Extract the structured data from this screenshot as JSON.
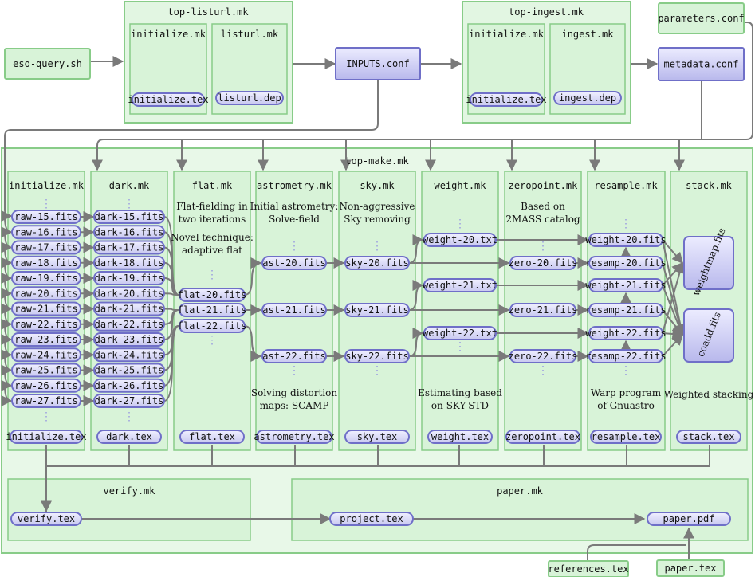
{
  "top_listurl": {
    "title": "top-listurl.mk",
    "initialize": "initialize.mk",
    "listurl": "listurl.mk",
    "initialize_tex": "initialize.tex",
    "listurl_dep": "listurl.dep"
  },
  "top_ingest": {
    "title": "top-ingest.mk",
    "initialize": "initialize.mk",
    "ingest": "ingest.mk",
    "initialize_tex": "initialize.tex",
    "ingest_dep": "ingest.dep"
  },
  "files": {
    "eso_query": "eso-query.sh",
    "inputs_conf": "INPUTS.conf",
    "parameters_conf": "parameters.conf",
    "metadata_conf": "metadata.conf",
    "references_tex": "references.tex",
    "paper_tex": "paper.tex"
  },
  "top_make": {
    "title": "top-make.mk"
  },
  "dots": "⋮",
  "columns": {
    "initialize": {
      "title": "initialize.mk",
      "tex": "initialize.tex",
      "files": [
        "raw-15.fits",
        "raw-16.fits",
        "raw-17.fits",
        "raw-18.fits",
        "raw-19.fits",
        "raw-20.fits",
        "raw-21.fits",
        "raw-22.fits",
        "raw-23.fits",
        "raw-24.fits",
        "raw-25.fits",
        "raw-26.fits",
        "raw-27.fits"
      ]
    },
    "dark": {
      "title": "dark.mk",
      "tex": "dark.tex",
      "files": [
        "dark-15.fits",
        "dark-16.fits",
        "dark-17.fits",
        "dark-18.fits",
        "dark-19.fits",
        "dark-20.fits",
        "dark-21.fits",
        "dark-22.fits",
        "dark-23.fits",
        "dark-24.fits",
        "dark-25.fits",
        "dark-26.fits",
        "dark-27.fits"
      ]
    },
    "flat": {
      "title": "flat.mk",
      "tex": "flat.tex",
      "desc1": "Flat-fielding in",
      "desc2": "two iterations",
      "desc3": "Novel technique:",
      "desc4": "adaptive flat",
      "files": [
        "flat-20.fits",
        "flat-21.fits",
        "flat-22.fits"
      ]
    },
    "astrometry": {
      "title": "astrometry.mk",
      "tex": "astrometry.tex",
      "desc1": "Initial astrometry:",
      "desc2": "Solve-field",
      "desc3": "Solving distortion",
      "desc4": "maps:  SCAMP",
      "files": [
        "ast-20.fits",
        "ast-21.fits",
        "ast-22.fits"
      ]
    },
    "sky": {
      "title": "sky.mk",
      "tex": "sky.tex",
      "desc1": "Non-aggressive",
      "desc2": "Sky removing",
      "files": [
        "sky-20.fits",
        "sky-21.fits",
        "sky-22.fits"
      ]
    },
    "weight": {
      "title": "weight.mk",
      "tex": "weight.tex",
      "desc1": "Estimating based",
      "desc2": "on SKY-STD",
      "files": [
        "weight-20.txt",
        "weight-21.txt",
        "weight-22.txt"
      ]
    },
    "zeropoint": {
      "title": "zeropoint.mk",
      "tex": "zeropoint.tex",
      "desc1": "Based on",
      "desc2": "2MASS catalog",
      "files": [
        "zero-20.fits",
        "zero-21.fits",
        "zero-22.fits"
      ]
    },
    "resample": {
      "title": "resample.mk",
      "tex": "resample.tex",
      "desc1": "Warp program",
      "desc2": "of Gnuastro",
      "files": [
        "weight-20.fits",
        "resamp-20.fits",
        "weight-21.fits",
        "resamp-21.fits",
        "weight-22.fits",
        "resamp-22.fits"
      ]
    },
    "stack": {
      "title": "stack.mk",
      "tex": "stack.tex",
      "desc1": "Weighted stacking",
      "weightmap": "weightmap.fits",
      "coadd": "coadd.fits"
    }
  },
  "verify": {
    "title": "verify.mk",
    "tex": "verify.tex"
  },
  "paper": {
    "title": "paper.mk",
    "project_tex": "project.tex",
    "paper_pdf": "paper.pdf"
  },
  "colors": {
    "green_stroke": "#88cc88",
    "green_fill": "#ddf5dd",
    "blue_stroke": "#6f6fc8",
    "blue_fill": "#d9d9f4",
    "file_fill": "#e6e6fa",
    "arrow": "#7a7a7a",
    "dots": "#9a9ae0"
  }
}
